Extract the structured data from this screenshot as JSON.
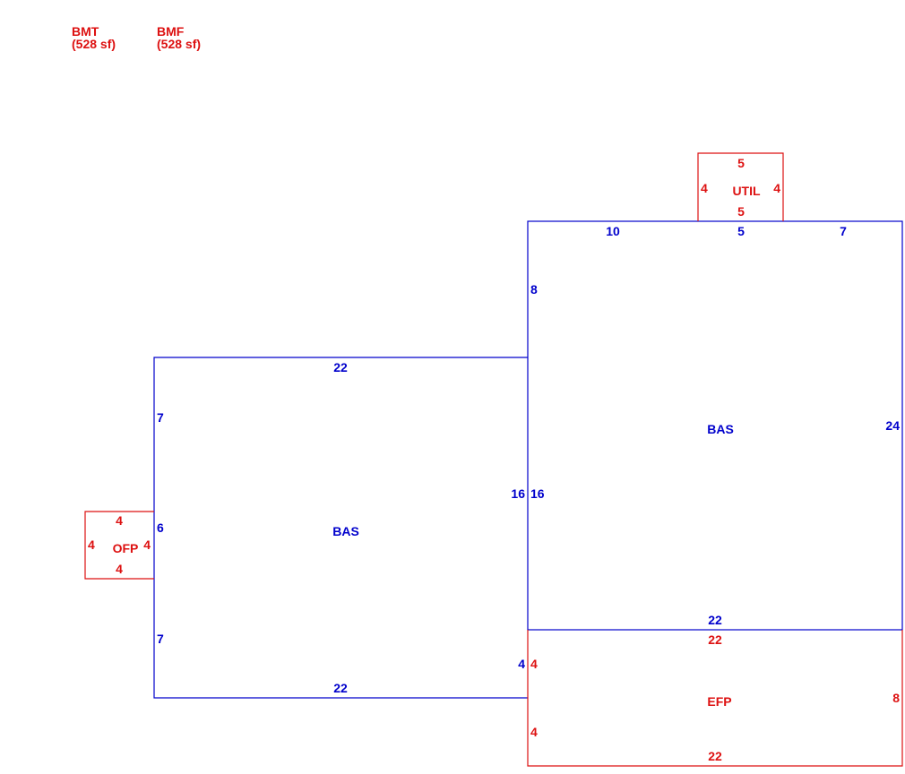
{
  "colors": {
    "living": "#0000cc",
    "other": "#dd1111",
    "background": "#ffffff"
  },
  "notes": [
    {
      "id": "bmt",
      "line1": "BMT",
      "line2": "(528 sf)"
    },
    {
      "id": "bmf",
      "line1": "BMF",
      "line2": "(528 sf)"
    }
  ],
  "areas": {
    "bas_left": {
      "label": "BAS",
      "dims": {
        "top": "22",
        "left_upper": "7",
        "left_mid": "6",
        "left_lower": "7",
        "right_upper": "16",
        "right_lower": "4",
        "bottom": "22"
      }
    },
    "bas_right": {
      "label": "BAS",
      "dims": {
        "top_a": "10",
        "top_b": "5",
        "top_c": "7",
        "left_upper": "8",
        "left_lower": "16",
        "right": "24",
        "bottom": "22"
      }
    },
    "util": {
      "label": "UTIL",
      "dims": {
        "top": "5",
        "bottom": "5",
        "left": "4",
        "right": "4"
      }
    },
    "ofp": {
      "label": "OFP",
      "dims": {
        "top": "4",
        "bottom": "4",
        "left": "4",
        "right": "4"
      }
    },
    "efp": {
      "label": "EFP",
      "dims": {
        "top": "22",
        "left_upper": "4",
        "left_lower": "4",
        "right": "8",
        "bottom": "22"
      }
    }
  }
}
